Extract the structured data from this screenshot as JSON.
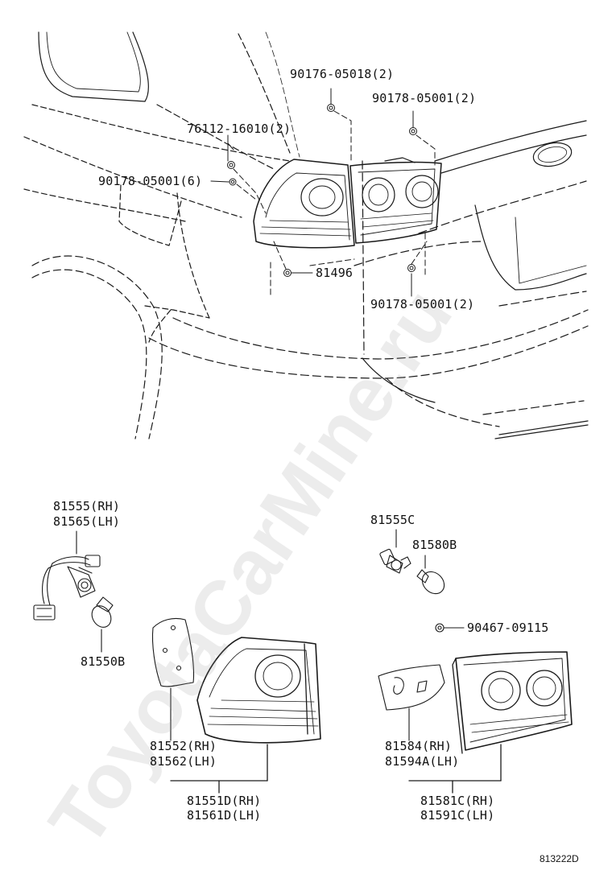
{
  "watermark": "ToyotaCarMine.ru",
  "diagram_code": "813222D",
  "part_labels": {
    "p90176_05018": "90176-05018(2)",
    "p90178_05001_top": "90178-05001(2)",
    "p76112_16010": "76112-16010(2)",
    "p90178_05001_left": "90178-05001(6)",
    "p81496": "81496",
    "p90178_05001_bottom": "90178-05001(2)",
    "p81555_rh": "81555(RH)",
    "p81565_lh": "81565(LH)",
    "p81550b": "81550B",
    "p81555c": "81555C",
    "p81580b": "81580B",
    "p90467_09115": "90467-09115",
    "p81552_rh": "81552(RH)",
    "p81562_lh": "81562(LH)",
    "p81551d_rh": "81551D(RH)",
    "p81561d_lh": "81561D(LH)",
    "p81584_rh": "81584(RH)",
    "p81594a_lh": "81594A(LH)",
    "p81581c_rh": "81581C(RH)",
    "p81591c_lh": "81591C(LH)"
  }
}
